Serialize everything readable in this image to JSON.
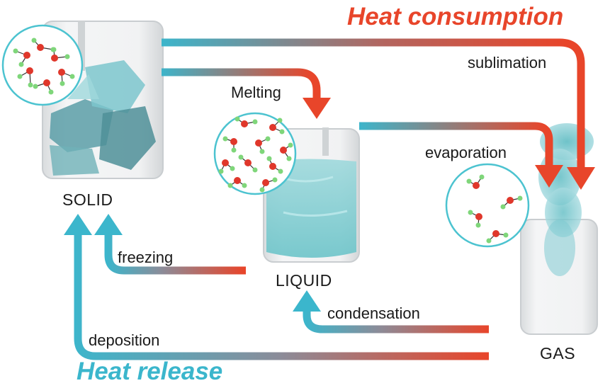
{
  "titles": {
    "heat_consumption": "Heat consumption",
    "heat_release": "Heat release"
  },
  "states": {
    "solid": "SOLID",
    "liquid": "LIQUID",
    "gas": "GAS"
  },
  "processes": {
    "sublimation": "sublimation",
    "melting": "Melting",
    "evaporation": "evaporation",
    "freezing": "freezing",
    "condensation": "condensation",
    "deposition": "deposition"
  },
  "colors": {
    "hot": "#e8452a",
    "cold": "#3bb6cc",
    "molecule_oxygen": "#e0372b",
    "molecule_hydrogen": "#7fd67a",
    "circle_border": "#4cc3d0"
  }
}
